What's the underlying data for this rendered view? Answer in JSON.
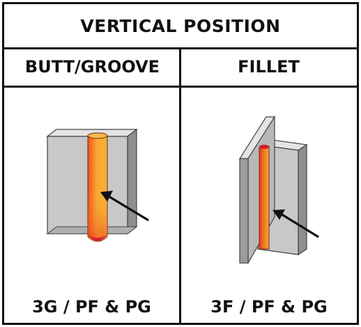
{
  "title": "VERTICAL POSITION",
  "columns": [
    {
      "header": "BUTT/GROOVE",
      "caption": "3G / PF & PG"
    },
    {
      "header": "FILLET",
      "caption": "3F / PF & PG"
    }
  ],
  "colors": {
    "plate_face": "#c8c8c8",
    "plate_top": "#e4e4e4",
    "plate_side": "#8e8e8e",
    "outline": "#444444",
    "weld_hot": "#f04e1c",
    "weld_warm": "#f8a830",
    "weld_root": "#cc1f2f",
    "arrow": "#111111"
  }
}
